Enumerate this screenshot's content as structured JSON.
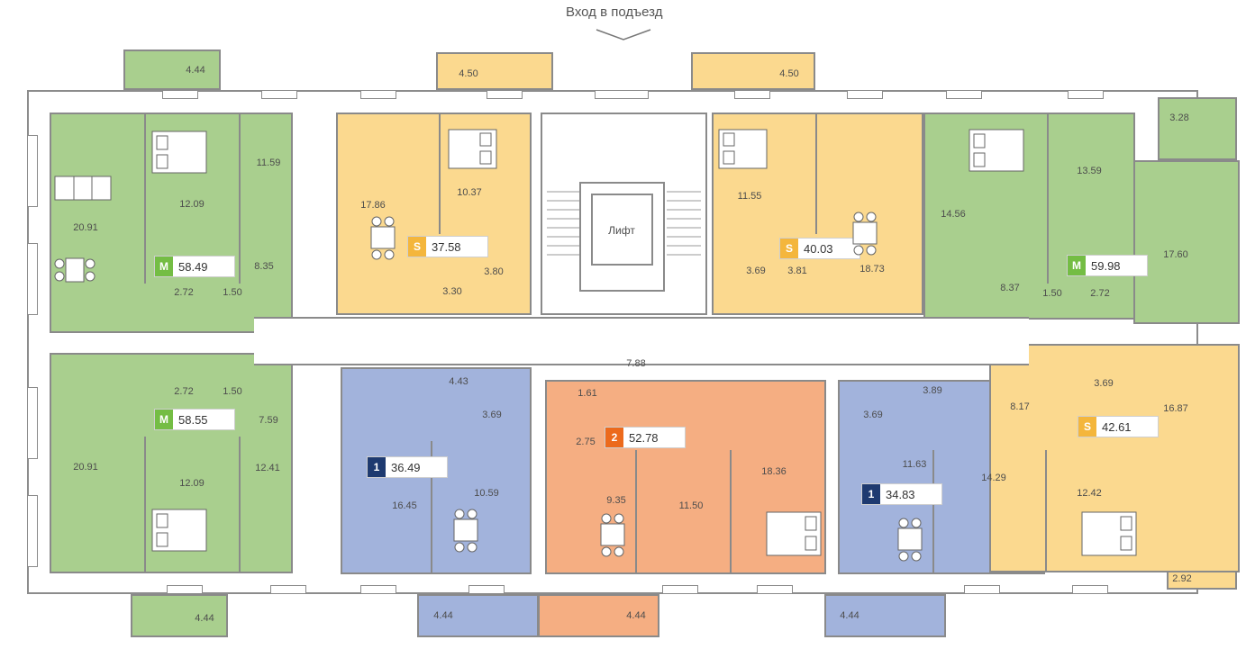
{
  "entrance_label": "Вход в подъезд",
  "elevator_label": "Лифт",
  "colors": {
    "green": "#a9cf8e",
    "yellow": "#fbd98f",
    "blue": "#a2b3dc",
    "orange": "#f5ae82",
    "badge_M": "#74bd44",
    "badge_S": "#f4b63c",
    "badge_1": "#1e3a70",
    "badge_2": "#ec6a1c"
  },
  "apartments": [
    {
      "type": "M",
      "area": "58.49",
      "color": "green"
    },
    {
      "type": "S",
      "area": "37.58",
      "color": "yellow"
    },
    {
      "type": "S",
      "area": "40.03",
      "color": "yellow"
    },
    {
      "type": "M",
      "area": "59.98",
      "color": "green"
    },
    {
      "type": "M",
      "area": "58.55",
      "color": "green"
    },
    {
      "type": "1",
      "area": "36.49",
      "color": "blue"
    },
    {
      "type": "2",
      "area": "52.78",
      "color": "orange"
    },
    {
      "type": "1",
      "area": "34.83",
      "color": "blue"
    },
    {
      "type": "S",
      "area": "42.61",
      "color": "yellow"
    }
  ],
  "rooms": [
    "4.44",
    "20.91",
    "12.09",
    "11.59",
    "8.35",
    "2.72",
    "1.50",
    "4.50",
    "17.86",
    "10.37",
    "3.80",
    "3.30",
    "4.50",
    "11.55",
    "18.73",
    "3.69",
    "3.81",
    "3.28",
    "14.56",
    "13.59",
    "17.60",
    "8.37",
    "1.50",
    "2.72",
    "20.91",
    "2.72",
    "1.50",
    "7.59",
    "12.09",
    "12.41",
    "4.44",
    "4.43",
    "3.69",
    "16.45",
    "10.59",
    "4.44",
    "1.61",
    "7.88",
    "2.75",
    "9.35",
    "11.50",
    "18.36",
    "4.44",
    "3.89",
    "3.69",
    "11.63",
    "14.29",
    "4.44",
    "8.17",
    "3.69",
    "16.87",
    "12.42",
    "2.92"
  ]
}
